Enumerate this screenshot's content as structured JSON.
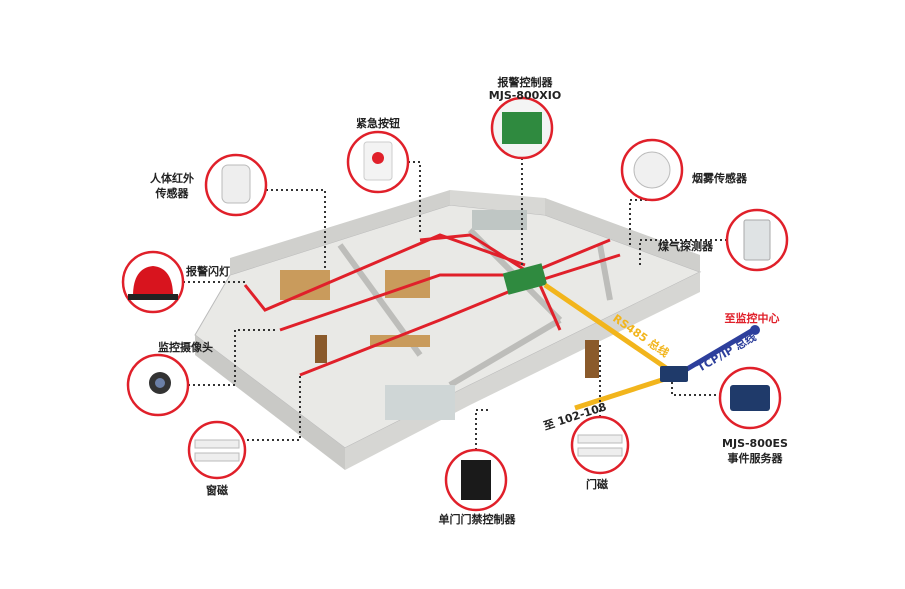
{
  "labels": {
    "controller_title": "报警控制器",
    "controller_model": "MJS-800XIO",
    "panic_button": "紧急按钮",
    "pir_line1": "人体红外",
    "pir_line2": "传感器",
    "smoke_sensor": "烟雾传感器",
    "gas_detector": "煤气探测器",
    "strobe_light": "报警闪灯",
    "camera": "监控摄像头",
    "window_contact": "窗磁",
    "door_contact": "门磁",
    "access_controller": "单门门禁控制器",
    "server_model": "MJS-800ES",
    "server_name": "事件服务器",
    "to_monitor_center": "至监控中心",
    "tcpip_bus": "TCP/IP 总线",
    "rs485_bus": "RS485 总线",
    "to_rooms": "至 102-108"
  },
  "colors": {
    "ring": "#e0202a",
    "rs485": "#f2b51c",
    "tcpip": "#2d3f9c",
    "wire": "#e0202a",
    "callout": "#333333"
  }
}
